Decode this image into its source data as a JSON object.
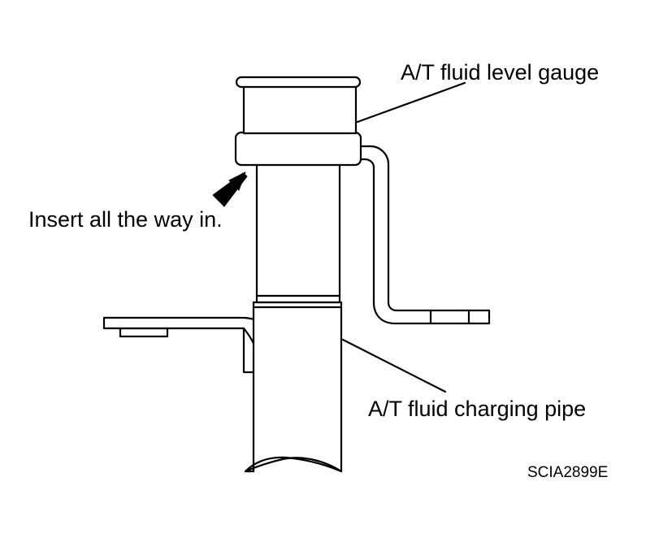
{
  "labels": {
    "gauge": "A/T fluid level gauge",
    "insert": "Insert all the way in.",
    "pipe": "A/T fluid charging pipe",
    "code": "SCIA2899E"
  },
  "colors": {
    "line": "#000000",
    "background": "#ffffff"
  }
}
